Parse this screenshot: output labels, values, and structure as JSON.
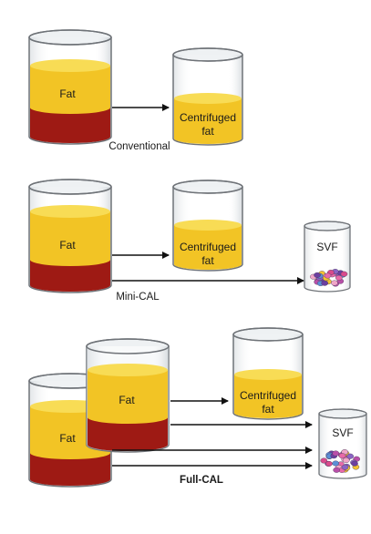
{
  "colors": {
    "fat": "#f2c425",
    "fat_top": "#f8dc55",
    "blood": "#9e1a14",
    "blood_top": "#c22a1e",
    "arrow": "#111111",
    "glass_rim": "#6f7378"
  },
  "conventional": {
    "fat_label": "Fat",
    "centrifuged_label_1": "Centrifuged",
    "centrifuged_label_2": "fat",
    "method_label": "Conventional"
  },
  "mini_cal": {
    "fat_label": "Fat",
    "centrifuged_label_1": "Centrifuged",
    "centrifuged_label_2": "fat",
    "svf_label": "SVF",
    "method_label": "Mini-CAL"
  },
  "full_cal": {
    "fat_label_back": "Fat",
    "fat_label_front": "Fat",
    "centrifuged_label_1": "Centrifuged",
    "centrifuged_label_2": "fat",
    "svf_label": "SVF",
    "method_label": "Full-CAL"
  },
  "svf_bead_colors": [
    "#6b3fa0",
    "#e86aa8",
    "#f3c332",
    "#8a64c4",
    "#d94b8c",
    "#5b8fd6",
    "#b84fa8",
    "#f0a7c8"
  ]
}
